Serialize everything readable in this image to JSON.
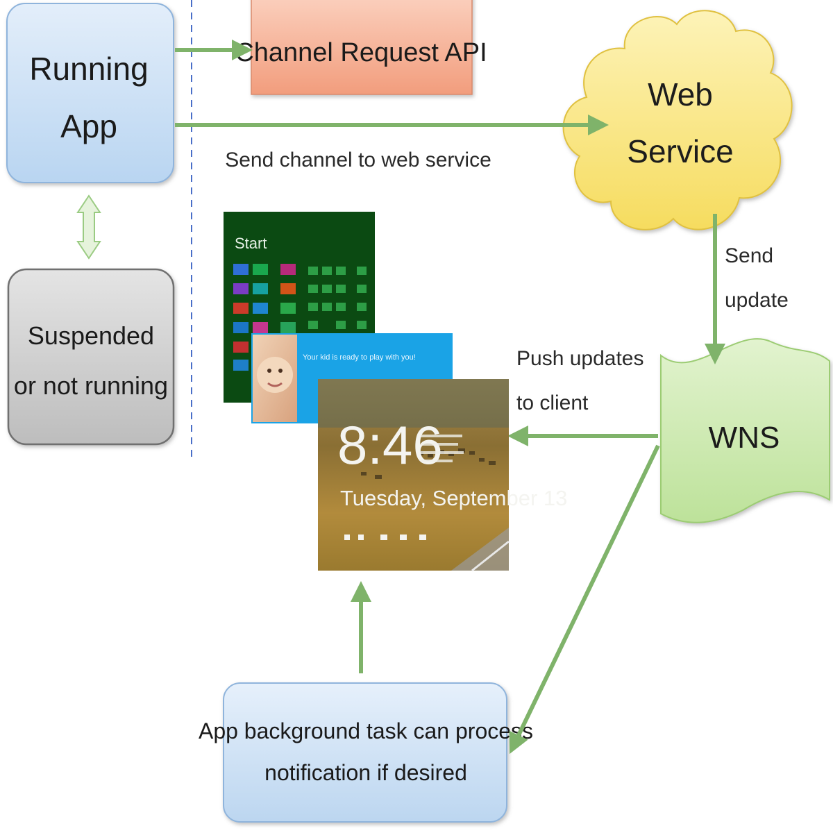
{
  "nodes": {
    "running_app": {
      "line1": "Running",
      "line2": "App"
    },
    "suspended": {
      "line1": "Suspended",
      "line2": "or not running"
    },
    "channel_api": {
      "label": "Channel Request API"
    },
    "web_service": {
      "line1": "Web",
      "line2": "Service"
    },
    "wns": {
      "label": "WNS"
    },
    "background_task": {
      "line1": "App background task can process",
      "line2": "notification if desired"
    }
  },
  "edge_labels": {
    "send_channel": "Send channel to web service",
    "send_update_1": "Send",
    "send_update_2": "update",
    "push_updates_1": "Push updates",
    "push_updates_2": "to client"
  },
  "screens": {
    "start": {
      "title": "Start"
    },
    "toast": {
      "message": "Your kid is ready to play with you!"
    },
    "lock": {
      "time": "8:46",
      "date": "Tuesday, September 13"
    }
  },
  "colors": {
    "arrow": "#7fb36a",
    "app_box": "#cfe3f7",
    "channel_box": "#f6b59a",
    "cloud": "#fbe98a",
    "wns": "#cde9b0",
    "suspended_box": "#d0d0d0",
    "divider": "#4a6fc8"
  }
}
